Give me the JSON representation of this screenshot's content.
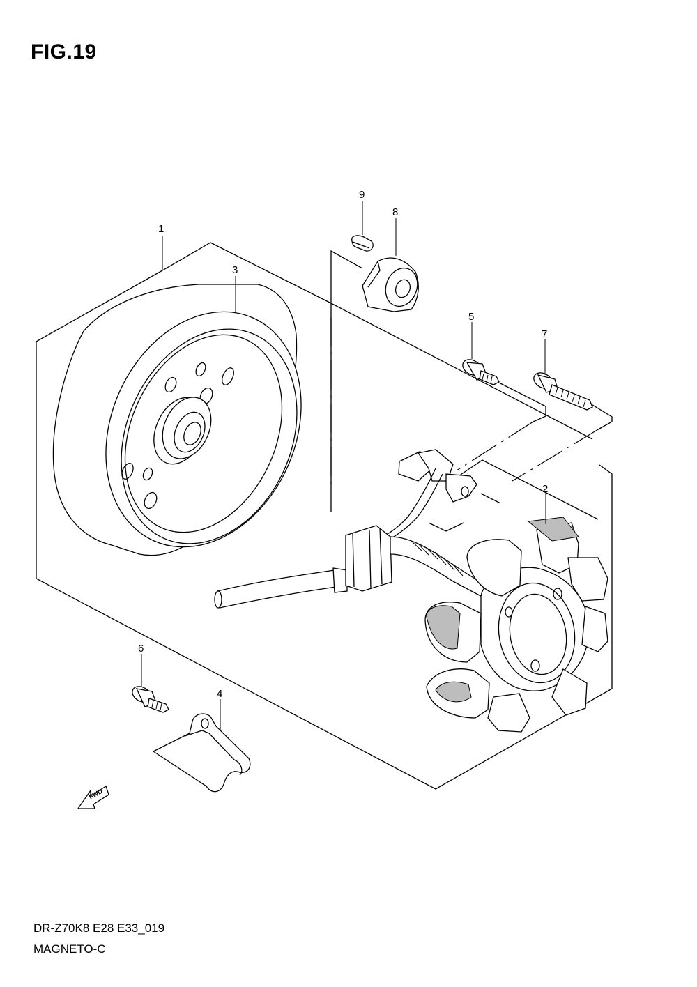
{
  "figure": {
    "title": "FIG.19",
    "model_code": "DR-Z70K8 E28 E33_019",
    "section_name": "MAGNETO-C"
  },
  "callouts": [
    {
      "id": "callout-1",
      "label": "1"
    },
    {
      "id": "callout-2",
      "label": "2"
    },
    {
      "id": "callout-3",
      "label": "3"
    },
    {
      "id": "callout-4",
      "label": "4"
    },
    {
      "id": "callout-5",
      "label": "5"
    },
    {
      "id": "callout-6",
      "label": "6"
    },
    {
      "id": "callout-7",
      "label": "7"
    },
    {
      "id": "callout-8",
      "label": "8"
    },
    {
      "id": "callout-9",
      "label": "9"
    }
  ],
  "direction_arrow": {
    "label": "FWD"
  }
}
